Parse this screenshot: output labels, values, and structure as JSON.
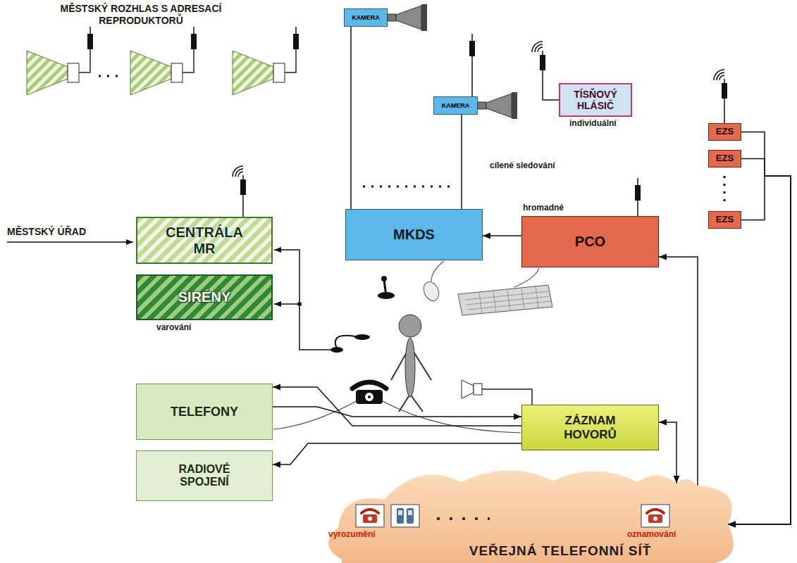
{
  "diagram": {
    "nodes": [
      {
        "text": [
          "KAMERA"
        ]
      },
      {
        "text": [
          "KAMERA"
        ]
      },
      {
        "text": [
          "TÍSŇOVÝ HLÁSIČ"
        ]
      },
      {
        "text": [
          "EZS"
        ]
      },
      {
        "text": [
          "EZS"
        ]
      },
      {
        "text": [
          "EZS"
        ]
      },
      {
        "text": [
          "CENTRÁLA MR"
        ]
      },
      {
        "text": [
          "MKDS"
        ]
      },
      {
        "text": [
          "PCO"
        ]
      },
      {
        "text": [
          "SIRÉNY"
        ]
      },
      {
        "text": [
          "TELEFONY"
        ]
      },
      {
        "text": [
          "ZÁZNAM HOVORŮ"
        ]
      },
      {
        "text": [
          "RADIOVÉ SPOJENÍ"
        ]
      },
      {
        "text": [
          "VEŘEJNÁ TELEFONNÍ SÍŤ"
        ]
      }
    ],
    "edges": [
      {
        "from": 0,
        "to": 7,
        "arrow": "none"
      },
      {
        "from": 1,
        "to": 7,
        "arrow": "none"
      },
      {
        "from": 8,
        "to": 7,
        "arrow": "to"
      },
      {
        "from": 13,
        "to": 8,
        "arrow": "to"
      },
      {
        "from": 11,
        "to": 13,
        "arrow": "both"
      },
      {
        "from": 11,
        "to": 10,
        "arrow": "to"
      },
      {
        "from": 10,
        "to": 11,
        "arrow": "to"
      },
      {
        "from": 11,
        "to": 12,
        "arrow": "to"
      },
      {
        "from": 3,
        "to": 13,
        "arrow": "to"
      },
      {
        "from": 4,
        "to": 13,
        "arrow": "to"
      },
      {
        "from": 5,
        "to": 13,
        "arrow": "to"
      }
    ],
    "labels": [
      "MĚSTSKÝ ROZHLAS S ADRESACÍ REPRODUKTORŮ",
      "individuální",
      "cílené sledování",
      "hromadné",
      "MĚSTSKÝ ÚŘAD",
      "varování",
      "vyrozumění",
      "oznamování"
    ]
  }
}
